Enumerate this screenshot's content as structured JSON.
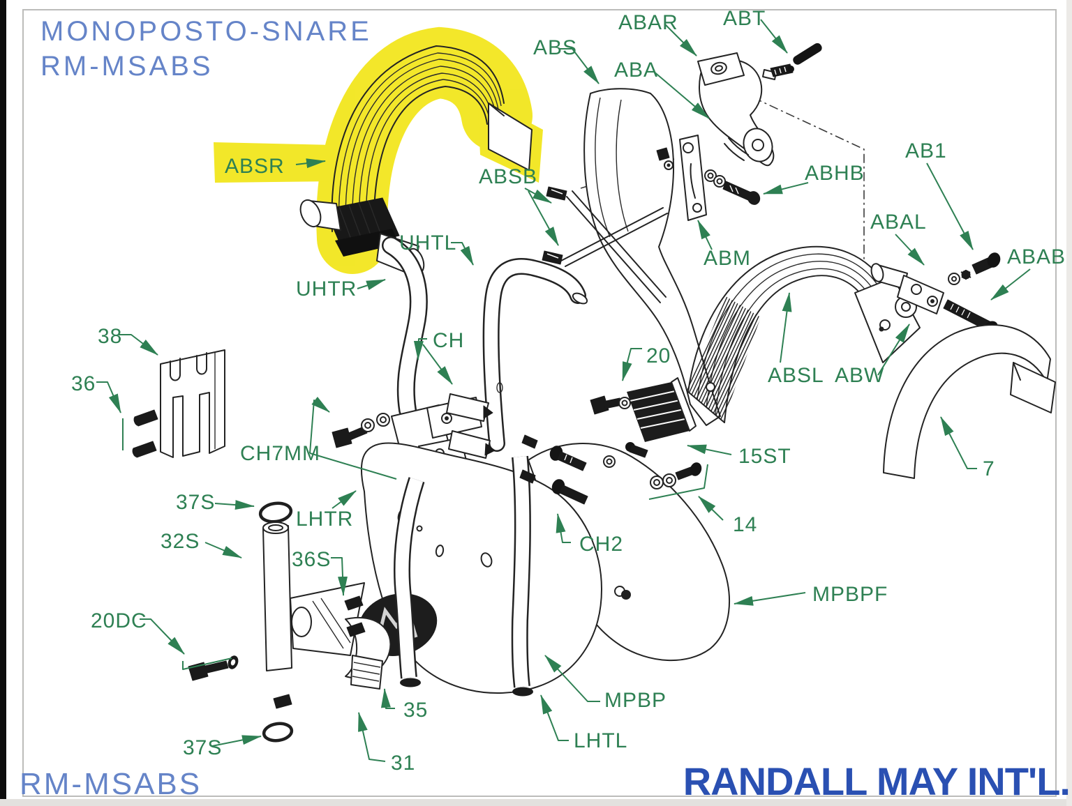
{
  "header": {
    "title_line1": "MONOPOSTO-SNARE",
    "title_line2": "RM-MSABS"
  },
  "footer": {
    "doc_code": "RM-MSABS",
    "brand": "RANDALL MAY INT'L."
  },
  "highlight": {
    "highlighted_part": "ABSR",
    "color": "#f1e40c"
  },
  "colors": {
    "label_green": "#2e8053",
    "title_blue": "#6584c8",
    "brand_blue": "#2a50b2",
    "line_ink": "#232323",
    "highlight_yellow": "#f1e40c"
  },
  "part_labels": {
    "absr": "ABSR",
    "absb": "ABSB",
    "abs": "ABS",
    "aba": "ABA",
    "abar": "ABAR",
    "abt": "ABT",
    "abhb": "ABHB",
    "ab1": "AB1",
    "abal": "ABAL",
    "abab": "ABAB",
    "abm": "ABM",
    "absl": "ABSL",
    "abw": "ABW",
    "n7": "7",
    "n20": "20",
    "n15st": "15ST",
    "n14": "14",
    "ch": "CH",
    "uhtl": "UHTL",
    "uhtr": "UHTR",
    "ch7mm": "CH7MM",
    "n38": "38",
    "n36": "36",
    "n37s_top": "37S",
    "lhtr": "LHTR",
    "n32s": "32S",
    "n36s": "36S",
    "n20dc": "20DC",
    "n37s_bottom": "37S",
    "n35": "35",
    "n31": "31",
    "mpbp": "MPBP",
    "lhtl": "LHTL",
    "mpbpf": "MPBPF",
    "ch2": "CH2"
  }
}
